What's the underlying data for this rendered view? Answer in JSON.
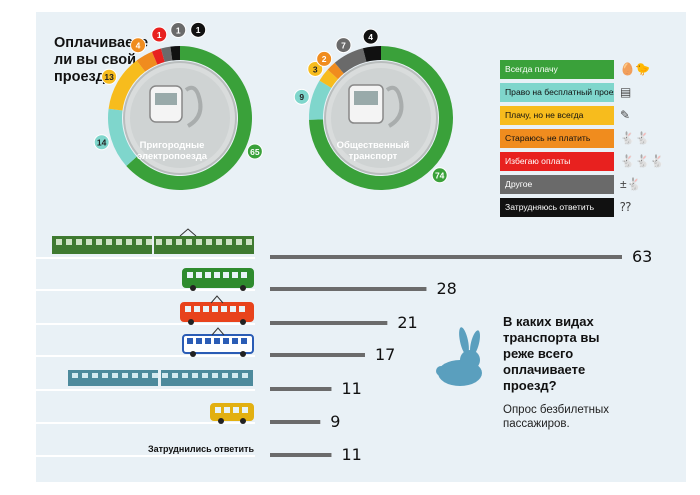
{
  "question": "Оплачиваете\nли вы свой\nпроезд?",
  "legend": [
    {
      "label": "Всегда плачу",
      "color": "#3aa13a",
      "text_color": "#ffffff",
      "icon": "🥚🐤"
    },
    {
      "label": "Право на бесплатный проезд",
      "color": "#7fd6cc",
      "text_color": "#111111",
      "icon": "▤"
    },
    {
      "label": "Плачу, но не всегда",
      "color": "#f7bc1d",
      "text_color": "#111111",
      "icon": "✎"
    },
    {
      "label": "Стараюсь не платить",
      "color": "#f08c1e",
      "text_color": "#111111",
      "icon": "🐇🐇"
    },
    {
      "label": "Избегаю оплаты",
      "color": "#e8211f",
      "text_color": "#ffffff",
      "icon": "🐇🐇🐇"
    },
    {
      "label": "Другое",
      "color": "#6a6a6a",
      "text_color": "#ffffff",
      "icon": "±🐇"
    },
    {
      "label": "Затрудняюсь ответить",
      "color": "#111111",
      "text_color": "#ffffff",
      "icon": "⁇"
    }
  ],
  "chart_data": [
    {
      "type": "pie",
      "title": "Пригородные\nэлектропоезда",
      "slices": [
        {
          "category": "Всегда плачу",
          "value": 65,
          "label": "65"
        },
        {
          "category": "Право на бесплатный проезд",
          "value": 14,
          "label": "14"
        },
        {
          "category": "Плачу, но не всегда",
          "value": 13,
          "label": "13"
        },
        {
          "category": "Стараюсь не платить",
          "value": 4,
          "label": "4"
        },
        {
          "category": "Избегаю оплаты",
          "value": 1,
          "label": "1"
        },
        {
          "category": "Другое",
          "value": 1,
          "label": "1"
        },
        {
          "category": "Затрудняюсь ответить",
          "value": 1,
          "label": "1"
        }
      ]
    },
    {
      "type": "pie",
      "title": "Общественный\nтранспорт",
      "slices": [
        {
          "category": "Всегда плачу",
          "value": 74,
          "label": "74"
        },
        {
          "category": "Право на бесплатный проезд",
          "value": 9,
          "label": "9"
        },
        {
          "category": "Плачу, но не всегда",
          "value": 3,
          "label": "3"
        },
        {
          "category": "Стараюсь не платить",
          "value": 2,
          "label": "2"
        },
        {
          "category": "Другое",
          "value": 7,
          "label": "7"
        },
        {
          "category": "Затрудняюсь ответить",
          "value": 4,
          "label": "4"
        }
      ]
    },
    {
      "type": "bar",
      "title": "В каких видах\nтранспорта вы\nреже всего\nоплачиваете\nпроезд?",
      "subtitle": "Опрос безбилетных\nпассажиров.",
      "categories": [
        {
          "name": "electric-train",
          "icon": "train"
        },
        {
          "name": "bus",
          "icon": "bus"
        },
        {
          "name": "tram",
          "icon": "tram"
        },
        {
          "name": "trolleybus",
          "icon": "trolleybus"
        },
        {
          "name": "metro",
          "icon": "metro"
        },
        {
          "name": "minibus",
          "icon": "minibus"
        },
        {
          "name": "difficult",
          "text": "Затруднились ответить"
        }
      ],
      "values": [
        63,
        28,
        21,
        17,
        11,
        9,
        11
      ],
      "xlim": [
        0,
        63
      ]
    }
  ]
}
